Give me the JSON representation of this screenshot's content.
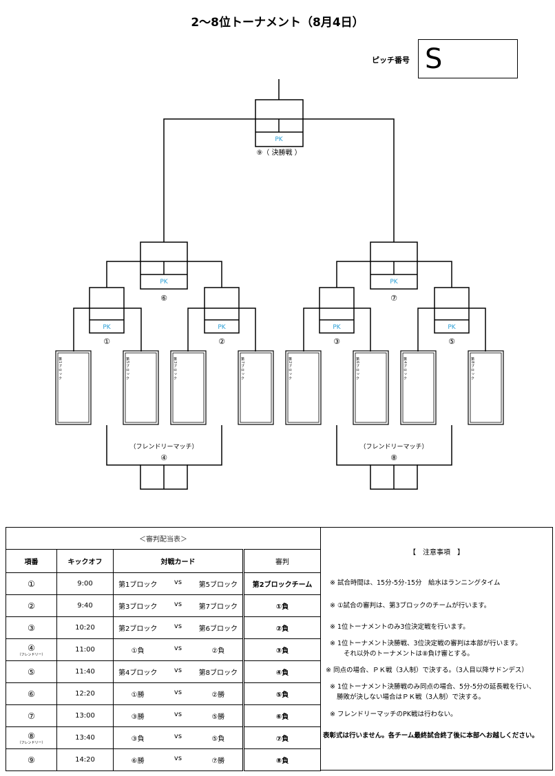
{
  "header": {
    "title": "2〜8位トーナメント（8月4日）",
    "pitch_label": "ピッチ番号",
    "pitch_value": "S"
  },
  "bracket": {
    "pk_label": "PK",
    "final_label": "⑨（ 決勝戦 ）",
    "semi_left_label": "⑥",
    "semi_right_label": "⑦",
    "match1_label": "①",
    "match2_label": "②",
    "match3_label": "③",
    "match5_label": "⑤",
    "friendly_label": "（フレンドリーマッチ）",
    "friendly_left_num": "④",
    "friendly_right_num": "⑧",
    "blocks": [
      "第1ブロック",
      "第5ブロック",
      "第3ブロック",
      "第7ブロック",
      "第2ブロック",
      "第6ブロック",
      "第4ブロック",
      "第8ブロック"
    ]
  },
  "schedule": {
    "caption": "＜審判配当表＞",
    "headers": {
      "num": "項番",
      "kickoff": "キックオフ",
      "card": "対戦カード",
      "referee": "審判"
    },
    "vs": "vs",
    "rows": [
      {
        "num": "①",
        "sub": "",
        "time": "9:00",
        "team_a": "第1ブロック",
        "team_b": "第5ブロック",
        "referee": "第2ブロックチーム"
      },
      {
        "num": "②",
        "sub": "",
        "time": "9:40",
        "team_a": "第3ブロック",
        "team_b": "第7ブロック",
        "referee": "①負"
      },
      {
        "num": "③",
        "sub": "",
        "time": "10:20",
        "team_a": "第2ブロック",
        "team_b": "第6ブロック",
        "referee": "②負"
      },
      {
        "num": "④",
        "sub": "（フレンドリー）",
        "time": "11:00",
        "team_a": "①負",
        "team_b": "②負",
        "referee": "③負"
      },
      {
        "num": "⑤",
        "sub": "",
        "time": "11:40",
        "team_a": "第4ブロック",
        "team_b": "第8ブロック",
        "referee": "④負"
      },
      {
        "num": "⑥",
        "sub": "",
        "time": "12:20",
        "team_a": "①勝",
        "team_b": "②勝",
        "referee": "⑤負"
      },
      {
        "num": "⑦",
        "sub": "",
        "time": "13:00",
        "team_a": "③勝",
        "team_b": "⑤勝",
        "referee": "⑥負"
      },
      {
        "num": "⑧",
        "sub": "（フレンドリー）",
        "time": "13:40",
        "team_a": "③負",
        "team_b": "⑤負",
        "referee": "⑦負"
      },
      {
        "num": "⑨",
        "sub": "",
        "time": "14:20",
        "team_a": "⑥勝",
        "team_b": "⑦勝",
        "referee": "⑧負"
      }
    ]
  },
  "notes": {
    "title": "【　注意事項　】",
    "items": [
      "※ 試合時間は、15分-5分-15分　給水はランニングタイム",
      "※ ①試合の審判は、第3ブロックのチームが行います。",
      "※ 1位トーナメントのみ3位決定戦を行います。",
      "※ 1位トーナメント決勝戦、3位決定戦の審判は本部が行います。",
      "それ以外のトーナメントは⑧負け審とする。",
      "※ 同点の場合、ＰＫ戦（3人制）で決する。（3人目以降サドンデス）",
      "※ 1位トーナメント決勝戦のみ同点の場合、5分-5分の延長戦を行い、",
      "勝敗が決しない場合はＰＫ戦（3人制）で決する。",
      "※ フレンドリーマッチのPK戦は行わない。",
      "表彰式は行いません。各チーム最終試合終了後に本部へお越しください。"
    ]
  }
}
